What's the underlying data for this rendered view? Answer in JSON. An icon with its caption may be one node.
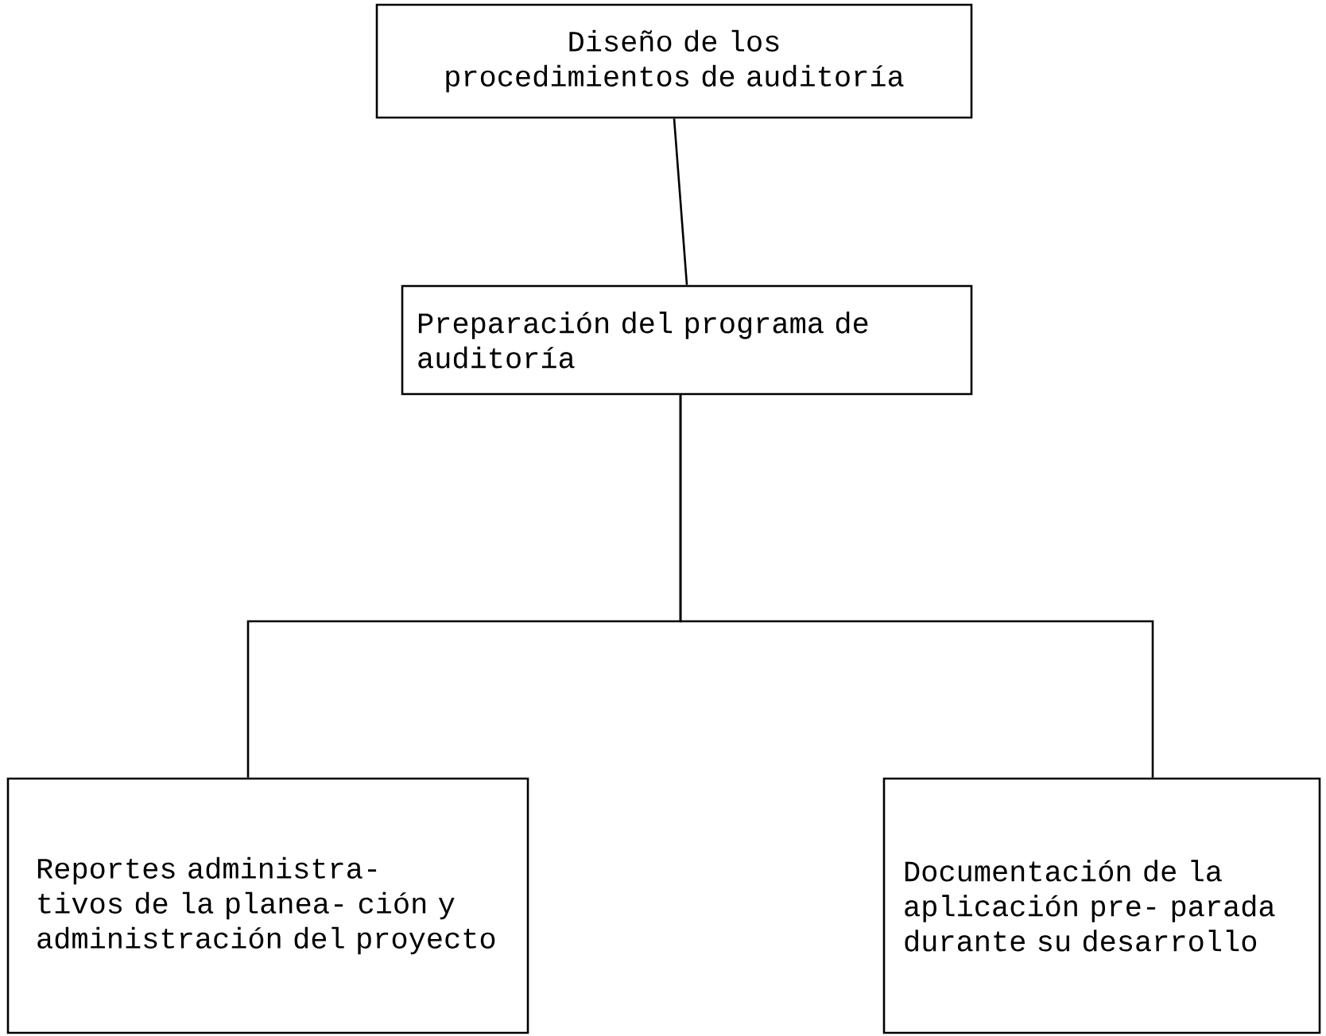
{
  "diagram": {
    "nodes": [
      {
        "text": [
          "Diseño de los procedimientos de auditoría"
        ]
      },
      {
        "text": [
          "Preparación del programa de auditoría"
        ]
      },
      {
        "text": [
          "Reportes administra- tivos de la planea- ción y administración del proyecto"
        ]
      },
      {
        "text": [
          "Documentación de la aplicación pre- parada durante su desarrollo"
        ]
      }
    ],
    "edges": [
      {
        "from": 0,
        "to": 1,
        "arrow": "none"
      },
      {
        "from": 1,
        "to": 2,
        "arrow": "none"
      },
      {
        "from": 1,
        "to": 3,
        "arrow": "none"
      }
    ]
  }
}
